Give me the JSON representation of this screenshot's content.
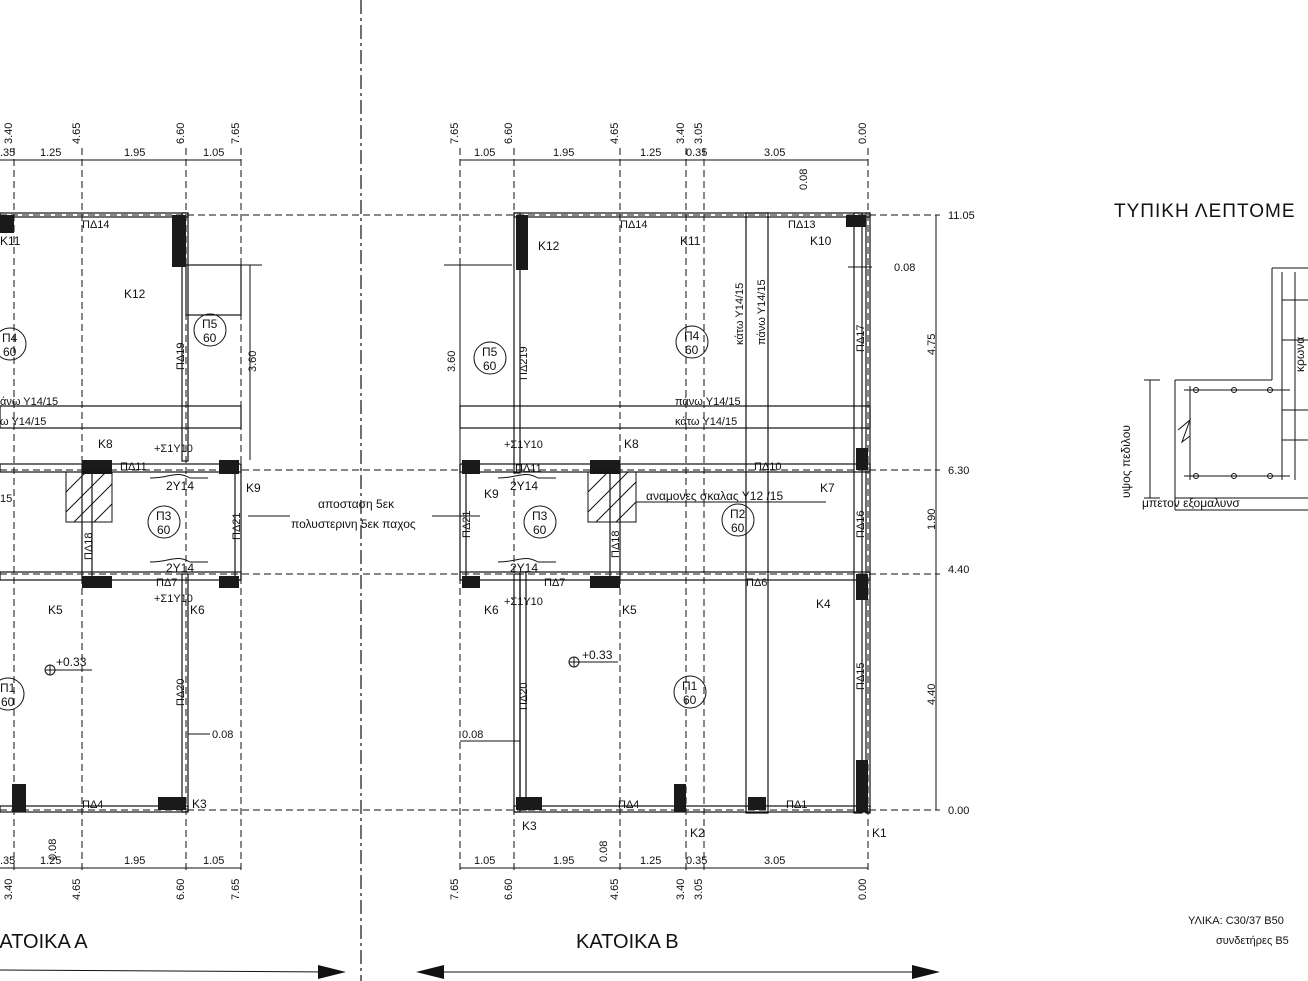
{
  "titles": {
    "house_a": "ΚΑΤΟΙΚΑ Α",
    "house_b": "ΚΑΤΟΙΚΑ Β",
    "detail": "ΤΥΠΙΚΗ ΛΕΠΤΟΜΕ"
  },
  "materials": {
    "line1": "ΥΛΙΚΑ: C30/37 Β50",
    "line2": "συνδετήρες  Β5"
  },
  "detail_labels": {
    "side": "υψος πεδιλου",
    "bottom": "μπετον εξομαλυνσ",
    "corner": "κρωνα"
  },
  "notes": {
    "gap_line1": "αποσταση 5εκ",
    "gap_line2": "πολυστερινη 5εκ παχος",
    "stair": "αναμονες σκαλας Υ12 /15"
  },
  "levels": [
    "11.05",
    "6.30",
    "4.40",
    "0.00"
  ],
  "level_dims": {
    "upper": "4.75",
    "mid": "1.90",
    "lower": "4.40",
    "offset_top": "0.08"
  },
  "ticks_b": [
    "7.65",
    "6.60",
    "4.65",
    "3.40",
    "3.05",
    "0.00"
  ],
  "ticks_a": [
    "3.40",
    "4.65",
    "6.60",
    "7.65"
  ],
  "dims_b": [
    "1.05",
    "1.95",
    "1.25",
    "0.35",
    "3.05"
  ],
  "dims_a": [
    ".35",
    "1.25",
    "1.95",
    "1.05"
  ],
  "misc_dims": {
    "v360": "3.60",
    "gap": "0.08",
    "elev": "+0.33"
  },
  "columns_b": [
    "Κ1",
    "Κ2",
    "Κ3",
    "Κ4",
    "Κ5",
    "Κ6",
    "Κ7",
    "Κ8",
    "Κ9",
    "Κ10",
    "Κ11",
    "Κ12"
  ],
  "columns_a": [
    "Κ3",
    "Κ5",
    "Κ6",
    "Κ8",
    "Κ9",
    "Κ11",
    "Κ12"
  ],
  "beams_b": [
    "ΠΔ1",
    "ΠΔ4",
    "ΠΔ6",
    "ΠΔ7",
    "ΠΔ10",
    "ΠΔ11",
    "ΠΔ13",
    "ΠΔ14",
    "ΠΔ15",
    "ΠΔ16",
    "ΠΔ17",
    "ΠΔ18",
    "ΠΔ20",
    "ΠΔ21",
    "ΠΔ219"
  ],
  "beams_a": [
    "ΠΔ4",
    "ΠΔ7",
    "ΠΔ11",
    "ΠΔ14",
    "ΠΔ18",
    "ΠΔ19",
    "ΠΔ20",
    "ΠΔ21"
  ],
  "footings_b": [
    {
      "name": "Π1",
      "size": "60"
    },
    {
      "name": "Π2",
      "size": "60"
    },
    {
      "name": "Π3",
      "size": "60"
    },
    {
      "name": "Π4",
      "size": "60"
    },
    {
      "name": "Π5",
      "size": "60"
    }
  ],
  "footings_a": [
    {
      "name": "Π1",
      "size": "60"
    },
    {
      "name": "Π3",
      "size": "60"
    },
    {
      "name": "Π4",
      "size": "60"
    },
    {
      "name": "Π5",
      "size": "60"
    }
  ],
  "rebar": {
    "top": "πάνω Υ14/15",
    "bottom": "κάτω Υ14/15",
    "top_a": "άνω Υ14/15",
    "bottom_a": "ω Υ14/15",
    "top_short": "πάνω Υ14/15",
    "bottom_short": "κάτω Υ14/15",
    "bar2": "2Υ14",
    "sum10": "+Σ1Υ10",
    "a15": "15"
  },
  "icons": [
    "elevation-marker-icon",
    "direction-arrow-icon",
    "footing-circle-icon",
    "hatch-pattern-icon",
    "break-line-icon"
  ]
}
